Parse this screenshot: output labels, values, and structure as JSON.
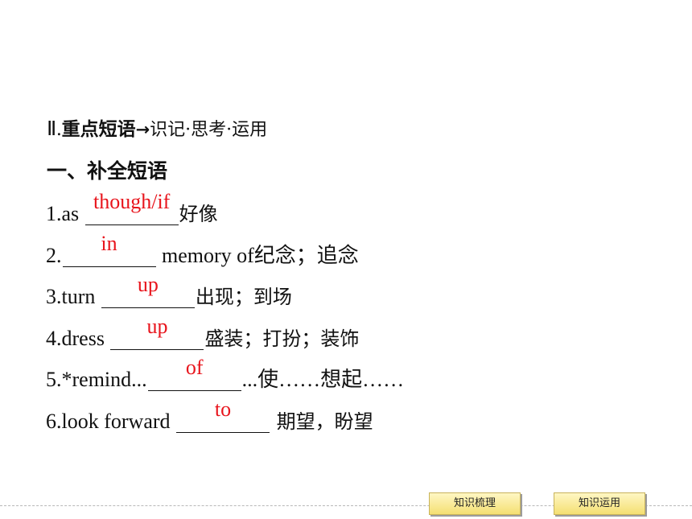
{
  "section": {
    "numeral": "Ⅱ.",
    "title_bold": "重点短语",
    "arrow": "→",
    "title_rest": "识记·思考·运用"
  },
  "subheading": "一、补全短语",
  "phrases": [
    {
      "prefix": "1.as ",
      "answer": "though/if",
      "suffix": "好像"
    },
    {
      "prefix": "2.",
      "answer": "in",
      "suffix": " memory of纪念；追念"
    },
    {
      "prefix": "3.turn ",
      "answer": "up",
      "suffix": "出现；到场"
    },
    {
      "prefix": "4.dress ",
      "answer": "up",
      "suffix": "盛装；打扮；装饰"
    },
    {
      "prefix": "5.*remind...",
      "answer": "of",
      "suffix": "...使……想起……"
    },
    {
      "prefix": "6.look forward ",
      "answer": "to",
      "suffix": " 期望，盼望"
    }
  ],
  "nav": {
    "review_label": "知识梳理",
    "apply_label": "知识运用"
  },
  "colors": {
    "answer": "#e8141c",
    "button_fill": "#f4df72",
    "text": "#111111"
  }
}
